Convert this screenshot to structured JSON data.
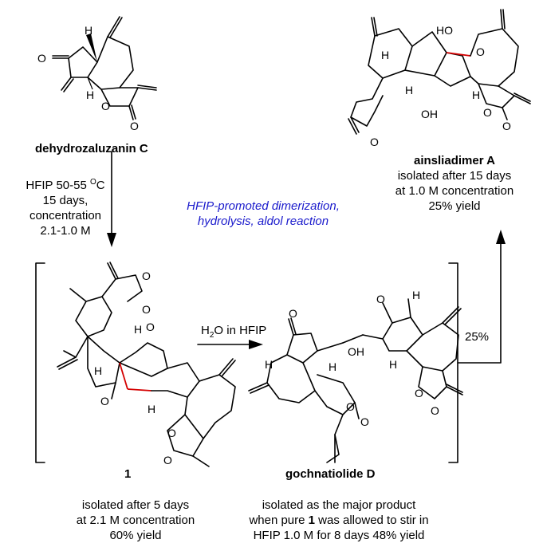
{
  "compounds": {
    "start": {
      "name": "dehydrozaluzanin ",
      "num": "C"
    },
    "ains": {
      "name": "ainsliadimer ",
      "num": "A",
      "note": [
        "isolated after 15 days",
        "at 1.0 M concentration",
        "25% yield"
      ]
    },
    "inter": {
      "num": "1",
      "note": [
        "isolated after 5 days",
        "at 2.1 M concentration",
        "60% yield"
      ]
    },
    "goch": {
      "name": "gochnatiolide ",
      "num": "D",
      "note1": "isolated as the major product",
      "note2a": "when pure ",
      "note2b": "1",
      "note2c": " was allowed to stir in",
      "note3": "HFIP 1.0 M for 8 days 48% yield"
    }
  },
  "conditions": {
    "step1": {
      "line1a": "HFIP 50-55 ",
      "line1sup": "O",
      "line1b": "C",
      "line2": "15 days,",
      "line3": "concentration",
      "line4": "2.1-1.0 M"
    },
    "water": {
      "a": "H",
      "sub": "2",
      "b": "O in HFIP"
    },
    "yield": "25%"
  },
  "note_blue": [
    "HFIP-promoted dimerization,",
    "hydrolysis, aldol reaction"
  ],
  "atoms": {
    "H": "H",
    "O": "O",
    "OH": "OH",
    "HO": "HO"
  },
  "colors": {
    "text": "#000000",
    "highlight_bond": "#d40000",
    "note": "#1a1acc"
  }
}
